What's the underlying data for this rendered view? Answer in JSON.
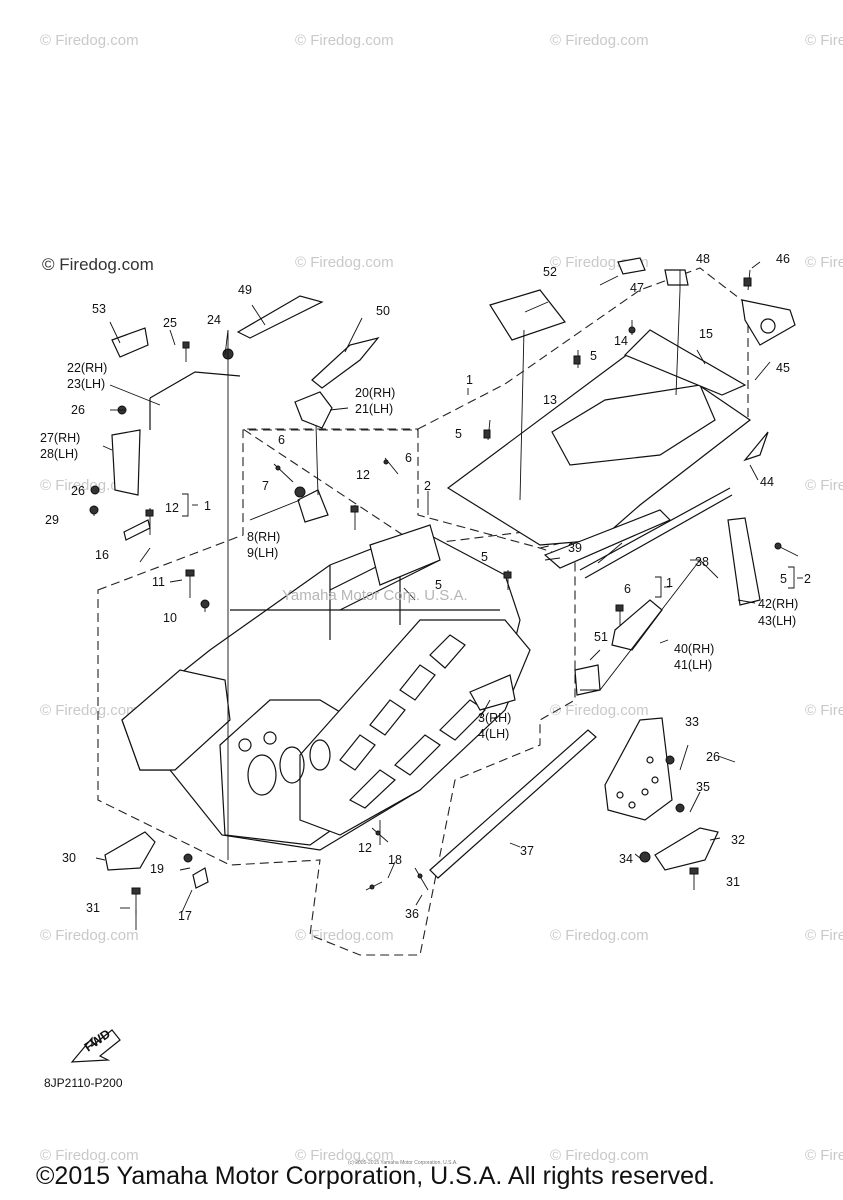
{
  "watermark": {
    "text": "© Firedog.com",
    "text_dark": "© Firedog.com"
  },
  "center_watermark": "Yamaha Motor Corp. U.S.A.",
  "fwd_label": "FWD",
  "reference_code": "8JP2110-P200",
  "footer_small": "(c) 2005-2015 Yamaha Motor Corporation, U.S.A.",
  "footer": "©2015 Yamaha Motor Corporation, U.S.A. All rights reserved.",
  "callouts": [
    "1",
    "2",
    "3(RH)",
    "4(LH)",
    "5",
    "5",
    "5",
    "5",
    "5",
    "6",
    "6",
    "6",
    "7",
    "8(RH)",
    "9(LH)",
    "10",
    "11",
    "12",
    "12",
    "12",
    "13",
    "14",
    "15",
    "16",
    "17",
    "18",
    "19",
    "20(RH)",
    "21(LH)",
    "22(RH)",
    "23(LH)",
    "24",
    "25",
    "26",
    "26",
    "26",
    "27(RH)",
    "28(LH)",
    "29",
    "30",
    "31",
    "31",
    "32",
    "33",
    "34",
    "35",
    "36",
    "37",
    "38",
    "39",
    "40(RH)",
    "41(LH)",
    "42(RH)",
    "43(LH)",
    "44",
    "45",
    "46",
    "47",
    "48",
    "49",
    "50",
    "51",
    "52",
    "53",
    "1",
    "1",
    "2"
  ]
}
